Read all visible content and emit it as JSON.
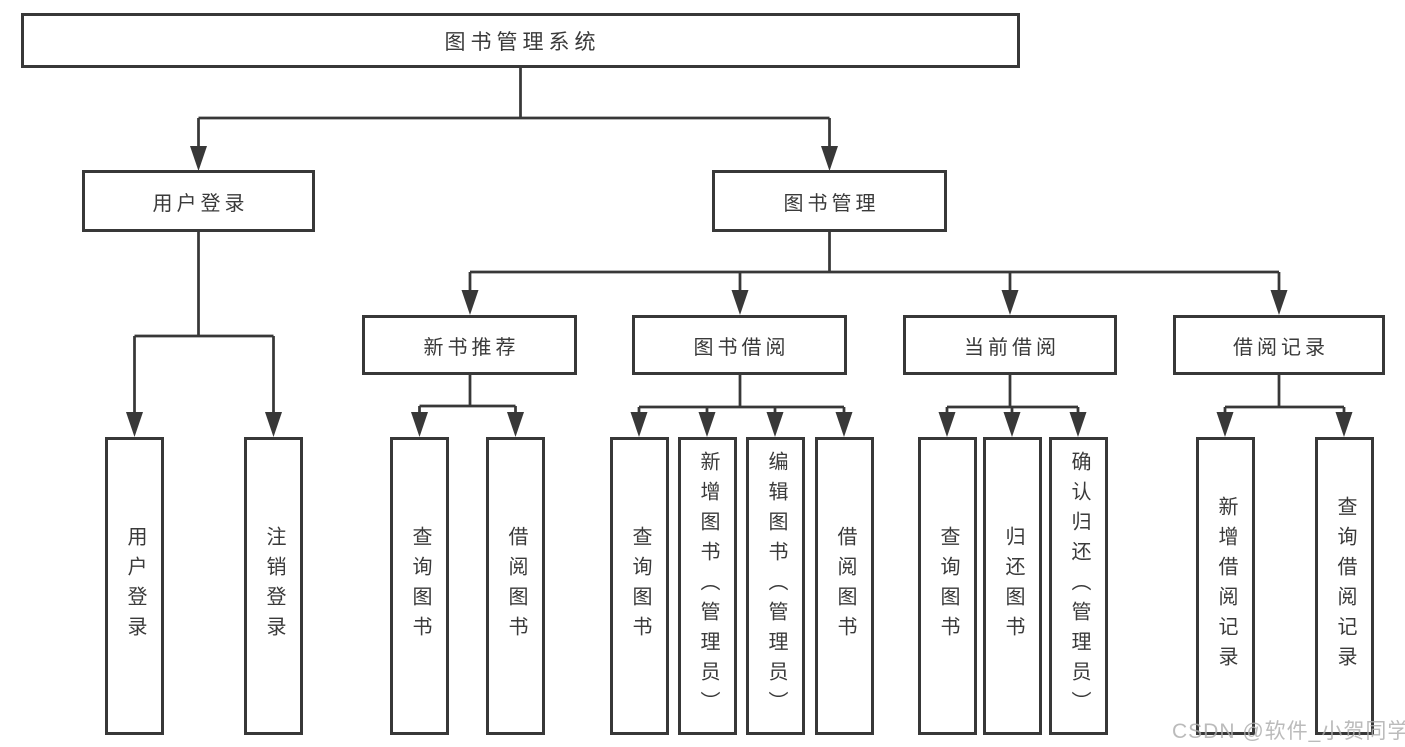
{
  "colors": {
    "line": "#383838",
    "box_border": "#383838",
    "text": "#3a3a3a",
    "background": "#ffffff",
    "watermark": "#acacac"
  },
  "watermark": "CSDN @软件_小贺同学",
  "tree": {
    "root": {
      "label": "图书管理系统",
      "children": [
        {
          "label": "用户登录",
          "children": [
            {
              "label": "用户登录"
            },
            {
              "label": "注销登录"
            }
          ]
        },
        {
          "label": "图书管理",
          "children": [
            {
              "label": "新书推荐",
              "children": [
                {
                  "label": "查询图书"
                },
                {
                  "label": "借阅图书"
                }
              ]
            },
            {
              "label": "图书借阅",
              "children": [
                {
                  "label": "查询图书"
                },
                {
                  "label": "新增图书（管理员）"
                },
                {
                  "label": "编辑图书（管理员）"
                },
                {
                  "label": "借阅图书"
                }
              ]
            },
            {
              "label": "当前借阅",
              "children": [
                {
                  "label": "查询图书"
                },
                {
                  "label": "归还图书"
                },
                {
                  "label": "确认归还（管理员）"
                }
              ]
            },
            {
              "label": "借阅记录",
              "children": [
                {
                  "label": "新增借阅记录"
                },
                {
                  "label": "查询借阅记录"
                }
              ]
            }
          ]
        }
      ]
    }
  }
}
